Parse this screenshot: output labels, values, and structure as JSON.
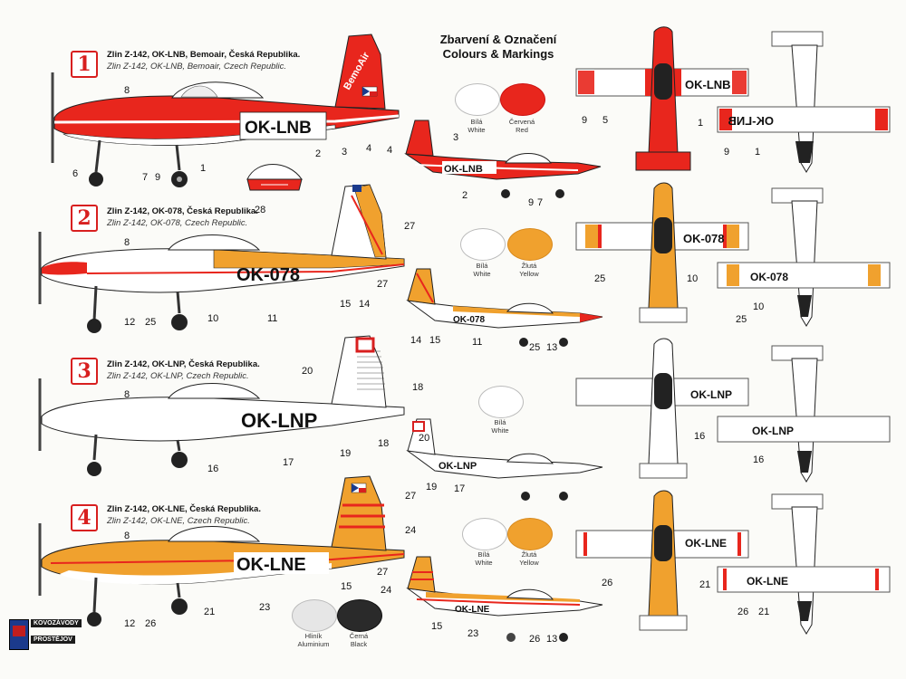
{
  "header": {
    "line1": "Zbarvení & Označení",
    "line2": "Colours & Markings"
  },
  "schemes": [
    {
      "number": "1",
      "title": "Zlin Z-142, OK-LNB, Bemoair, Česká Republika.",
      "subtitle": "Zlin Z-142, OK-LNB, Bemoair, Czech Republic.",
      "registration": "OK-LNB",
      "tail_text": "BemoAir",
      "main_color": "#e8261d",
      "callouts": [
        "8",
        "6",
        "7",
        "9",
        "1",
        "2",
        "3",
        "4",
        "28"
      ],
      "side_callouts": [
        "3",
        "4",
        "2",
        "9",
        "7"
      ],
      "top_callouts": [
        "9",
        "5",
        "1"
      ],
      "bottom_callouts": [
        "9",
        "1"
      ]
    },
    {
      "number": "2",
      "title": "Zlin Z-142, OK-078, Česká Republika.",
      "subtitle": "Zlin Z-142, OK-078, Czech Republic.",
      "registration": "OK-078",
      "main_color": "#f0a12e",
      "callouts": [
        "8",
        "12",
        "25",
        "10",
        "11",
        "15",
        "14",
        "27"
      ],
      "side_callouts": [
        "27",
        "14",
        "15",
        "11",
        "25",
        "13"
      ],
      "top_callouts": [
        "25",
        "10"
      ],
      "bottom_callouts": [
        "25",
        "10"
      ]
    },
    {
      "number": "3",
      "title": "Zlin Z-142, OK-LNP, Česká Republika.",
      "subtitle": "Zlin Z-142, OK-LNP, Czech Republic.",
      "registration": "OK-LNP",
      "main_color": "#ffffff",
      "callouts": [
        "20",
        "18",
        "8",
        "16",
        "17",
        "19"
      ],
      "side_callouts": [
        "18",
        "20",
        "19",
        "17"
      ],
      "top_callouts": [
        "16"
      ],
      "bottom_callouts": [
        "16"
      ]
    },
    {
      "number": "4",
      "title": "Zlin Z-142, OK-LNE, Česká Republika.",
      "subtitle": "Zlin Z-142, OK-LNE, Czech Republic.",
      "registration": "OK-LNE",
      "main_color": "#f0a12e",
      "callouts": [
        "27",
        "24",
        "8",
        "12",
        "26",
        "21",
        "23",
        "15",
        "27"
      ],
      "side_callouts": [
        "24",
        "15",
        "23",
        "26",
        "13"
      ],
      "top_callouts": [
        "26",
        "21"
      ],
      "bottom_callouts": [
        "26",
        "21"
      ]
    }
  ],
  "swatches": [
    {
      "cz": "Bílá",
      "en": "White",
      "color": "#ffffff"
    },
    {
      "cz": "Červená",
      "en": "Red",
      "color": "#e8261d"
    },
    {
      "cz": "Bílá",
      "en": "White",
      "color": "#ffffff"
    },
    {
      "cz": "Žlutá",
      "en": "Yellow",
      "color": "#f0a12e"
    },
    {
      "cz": "Bílá",
      "en": "White",
      "color": "#ffffff"
    },
    {
      "cz": "Bílá",
      "en": "White",
      "color": "#ffffff"
    },
    {
      "cz": "Žlutá",
      "en": "Yellow",
      "color": "#f0a12e"
    },
    {
      "cz": "Hliník",
      "en": "Aluminium",
      "color": "#e6e6e6"
    },
    {
      "cz": "Černá",
      "en": "Black",
      "color": "#2a2a2a"
    }
  ],
  "logo": {
    "line1": "KOVOZÁVODY",
    "line2": "PROSTĚJOV"
  }
}
